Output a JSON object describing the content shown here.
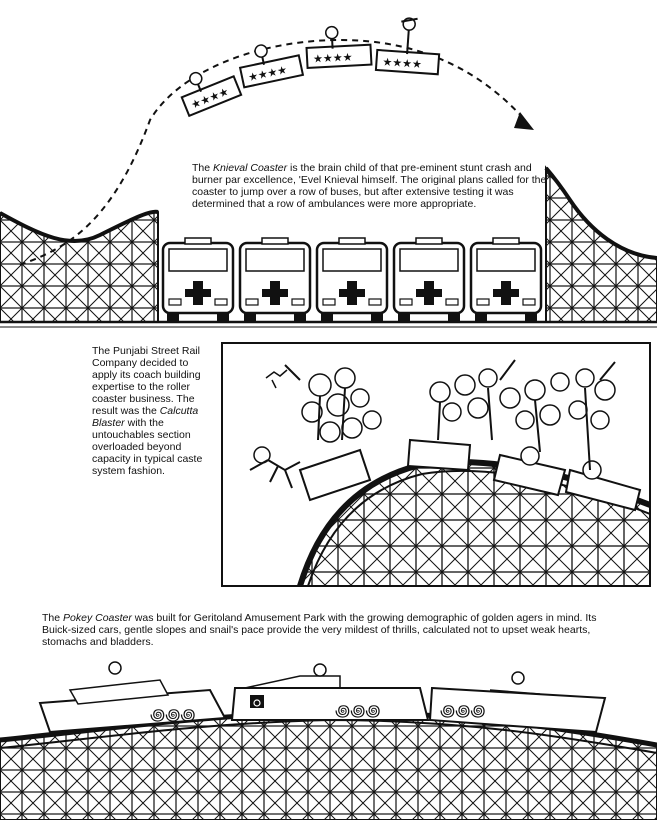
{
  "captions": {
    "knievel": {
      "name": "Knieval Coaster",
      "text": " is the brain child of that pre-eminent stunt crash and burner par excellence, 'Evel Knieval himself. The original plans called for the coaster to jump over a row of buses, but after extensive testing it was determined that a row of ambulances were more appropriate.",
      "prefix": "The "
    },
    "calcutta": {
      "text_before": "The Punjabi Street Rail Company decided to apply its coach building expertise to the roller coaster business. The result was the ",
      "name": "Calcutta Blaster",
      "text_after": " with the untouchables section overloaded beyond capacity in typical caste system fashion."
    },
    "pokey": {
      "prefix": "The ",
      "name": "Pokey Coaster",
      "text": " was built for Geritoland Amusement Park with the growing demographic of golden agers in mind. Its Buick-sized cars, gentle slopes and snail's pace provide the very mildest of thrills, calculated not to upset weak hearts, stomachs and bladders."
    }
  },
  "illustrations": {
    "ambulance_count": 5,
    "ambulance_icon": "red-cross-icon",
    "knievel_car_count": 4,
    "pokey_car_count": 3,
    "wheelchair_icon": "wheelchair-icon"
  }
}
